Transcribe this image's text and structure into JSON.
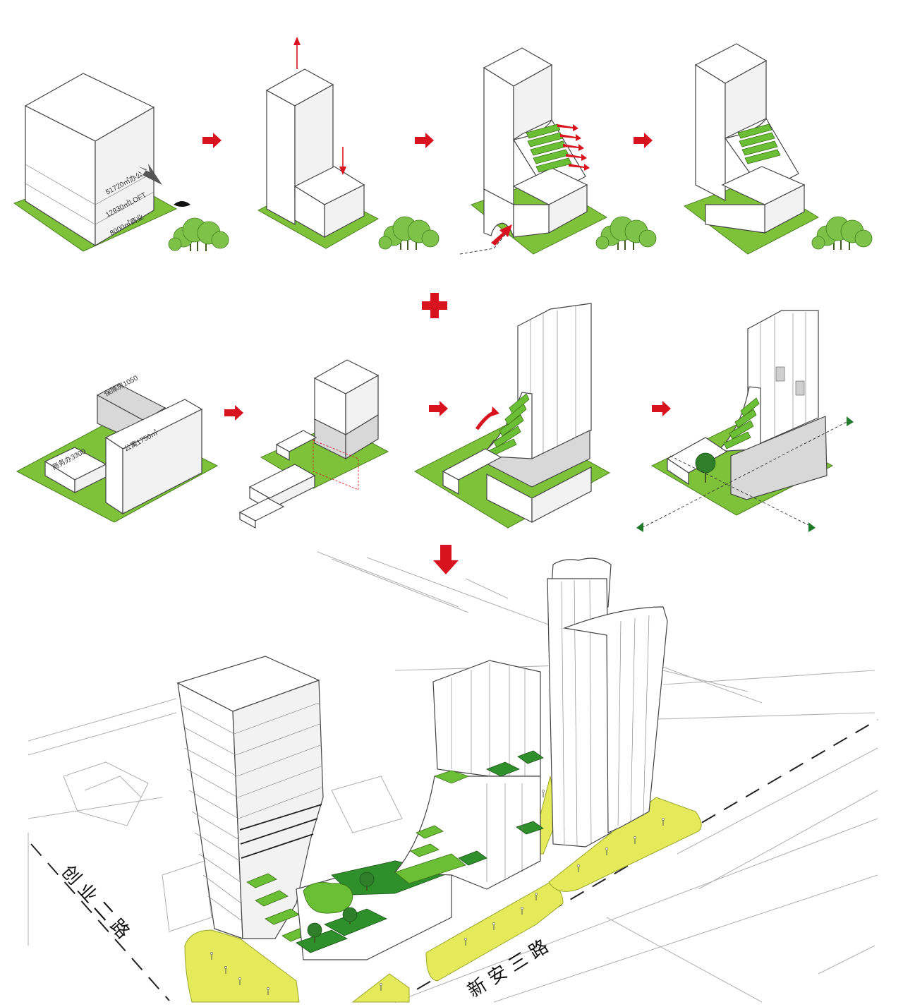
{
  "diagram": {
    "row1": {
      "step1": {
        "labels": [
          "51720㎡办公",
          "12930㎡LOFT",
          "8000㎡商业"
        ]
      }
    },
    "row2": {
      "step1": {
        "labels": [
          "保障房1050",
          "商务办3300",
          "公寓1750㎡"
        ]
      }
    },
    "roads": {
      "left": "创 业 二 路",
      "right": "新 安 三 路"
    },
    "colors": {
      "arrow": "#d8131f",
      "ground_green": "#7ec23a",
      "ground_yellow": "#e4ea5a",
      "terrace_green": "#6bbf35",
      "flow_green": "#1f7a2a"
    }
  }
}
